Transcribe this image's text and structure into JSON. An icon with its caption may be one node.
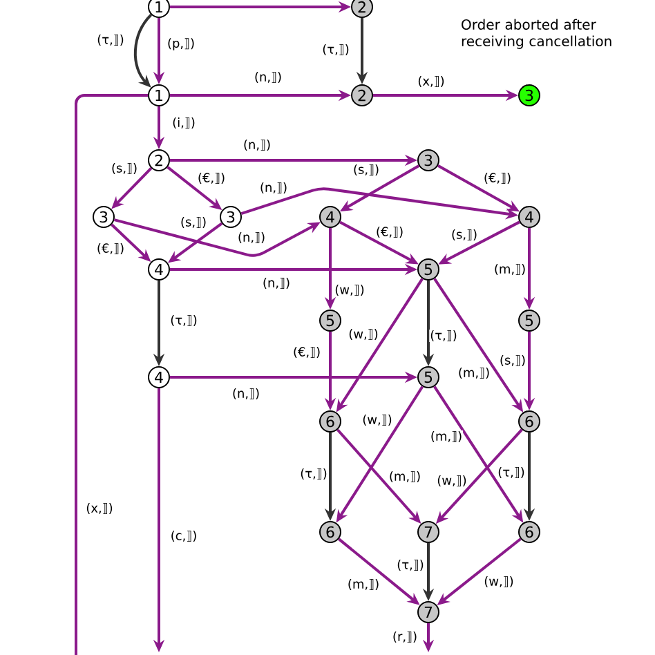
{
  "diagram": {
    "nodes": [
      {
        "text": [
          "1"
        ]
      },
      {
        "text": [
          "2"
        ]
      },
      {
        "text": [
          "1"
        ]
      },
      {
        "text": [
          "2"
        ]
      },
      {
        "text": [
          "3"
        ],
        "beside": [
          "Order aborted after receiving cancellation"
        ]
      },
      {
        "text": [
          "2"
        ]
      },
      {
        "text": [
          "3"
        ]
      },
      {
        "text": [
          "3"
        ]
      },
      {
        "text": [
          "3"
        ]
      },
      {
        "text": [
          "4"
        ]
      },
      {
        "text": [
          "4"
        ]
      },
      {
        "text": [
          "4"
        ]
      },
      {
        "text": [
          "5"
        ]
      },
      {
        "text": [
          "5"
        ]
      },
      {
        "text": [
          "5"
        ]
      },
      {
        "text": [
          "4"
        ]
      },
      {
        "text": [
          "5"
        ]
      },
      {
        "text": [
          "6"
        ]
      },
      {
        "text": [
          "6"
        ]
      },
      {
        "text": [
          "6"
        ]
      },
      {
        "text": [
          "7"
        ]
      },
      {
        "text": [
          "6"
        ]
      },
      {
        "text": [
          "7"
        ]
      }
    ],
    "edges": [
      {
        "from": 0,
        "to": 1,
        "arrow": "to"
      },
      {
        "from": 0,
        "to": 2,
        "arrow": "to",
        "label": "(p,⟧)"
      },
      {
        "from": 0,
        "to": 2,
        "arrow": "to",
        "label": "(τ,⟧)",
        "color": "#333333"
      },
      {
        "from": 1,
        "to": 3,
        "arrow": "to",
        "label": "(τ,⟧)",
        "color": "#333333"
      },
      {
        "from": 2,
        "to": 3,
        "arrow": "to",
        "label": "(n,⟧)"
      },
      {
        "from": 3,
        "to": 4,
        "arrow": "to",
        "label": "(x,⟧)"
      },
      {
        "from": 2,
        "to": null,
        "arrow": "none",
        "label": "(x,⟧)"
      },
      {
        "from": 2,
        "to": 5,
        "arrow": "to",
        "label": "(i,⟧)"
      },
      {
        "from": 5,
        "to": 6,
        "arrow": "to",
        "label": "(n,⟧)"
      },
      {
        "from": 5,
        "to": 7,
        "arrow": "to",
        "label": "(s,⟧)"
      },
      {
        "from": 5,
        "to": 8,
        "arrow": "to",
        "label": "(€,⟧)"
      },
      {
        "from": 6,
        "to": 9,
        "arrow": "to",
        "label": "(s,⟧)"
      },
      {
        "from": 6,
        "to": 10,
        "arrow": "to",
        "label": "(€,⟧)"
      },
      {
        "from": 8,
        "to": 10,
        "arrow": "to",
        "label": "(n,⟧)"
      },
      {
        "from": 7,
        "to": 9,
        "arrow": "to",
        "label": "(n,⟧)"
      },
      {
        "from": 8,
        "to": 11,
        "arrow": "to",
        "label": "(s,⟧)"
      },
      {
        "from": 7,
        "to": 11,
        "arrow": "to",
        "label": "(€,⟧)"
      },
      {
        "from": 11,
        "to": 12,
        "arrow": "to",
        "label": "(n,⟧)"
      },
      {
        "from": 11,
        "to": 15,
        "arrow": "to",
        "label": "(τ,⟧)",
        "color": "#333333"
      },
      {
        "from": 9,
        "to": 12,
        "arrow": "to",
        "label": "(€,⟧)"
      },
      {
        "from": 10,
        "to": 12,
        "arrow": "to",
        "label": "(s,⟧)"
      },
      {
        "from": 9,
        "to": 13,
        "arrow": "to",
        "label": "(w,⟧)"
      },
      {
        "from": 10,
        "to": 14,
        "arrow": "to",
        "label": "(m,⟧)"
      },
      {
        "from": 12,
        "to": 16,
        "arrow": "to",
        "label": "(τ,⟧)",
        "color": "#333333"
      },
      {
        "from": 12,
        "to": 17,
        "arrow": "to",
        "label": "(w,⟧)"
      },
      {
        "from": 12,
        "to": 18,
        "arrow": "to",
        "label": "(m,⟧)"
      },
      {
        "from": 13,
        "to": 17,
        "arrow": "to",
        "label": "(€,⟧)"
      },
      {
        "from": 14,
        "to": 18,
        "arrow": "to",
        "label": "(s,⟧)"
      },
      {
        "from": 15,
        "to": 16,
        "arrow": "to",
        "label": "(n,⟧)"
      },
      {
        "from": 15,
        "to": null,
        "arrow": "to",
        "label": "(c,⟧)"
      },
      {
        "from": 16,
        "to": 19,
        "arrow": "to",
        "label": "(w,⟧)"
      },
      {
        "from": 16,
        "to": 21,
        "arrow": "to",
        "label": "(m,⟧)"
      },
      {
        "from": 17,
        "to": 19,
        "arrow": "to",
        "label": "(τ,⟧)",
        "color": "#333333"
      },
      {
        "from": 17,
        "to": 20,
        "arrow": "to",
        "label": "(m,⟧)"
      },
      {
        "from": 18,
        "to": 20,
        "arrow": "to",
        "label": "(w,⟧)"
      },
      {
        "from": 18,
        "to": 21,
        "arrow": "to",
        "label": "(τ,⟧)",
        "color": "#333333"
      },
      {
        "from": 19,
        "to": 22,
        "arrow": "to",
        "label": "(m,⟧)"
      },
      {
        "from": 20,
        "to": 22,
        "arrow": "to",
        "label": "(τ,⟧)",
        "color": "#333333"
      },
      {
        "from": 21,
        "to": 22,
        "arrow": "to",
        "label": "(w,⟧)"
      },
      {
        "from": 22,
        "to": null,
        "arrow": "to",
        "label": "(r,⟧)"
      }
    ]
  }
}
